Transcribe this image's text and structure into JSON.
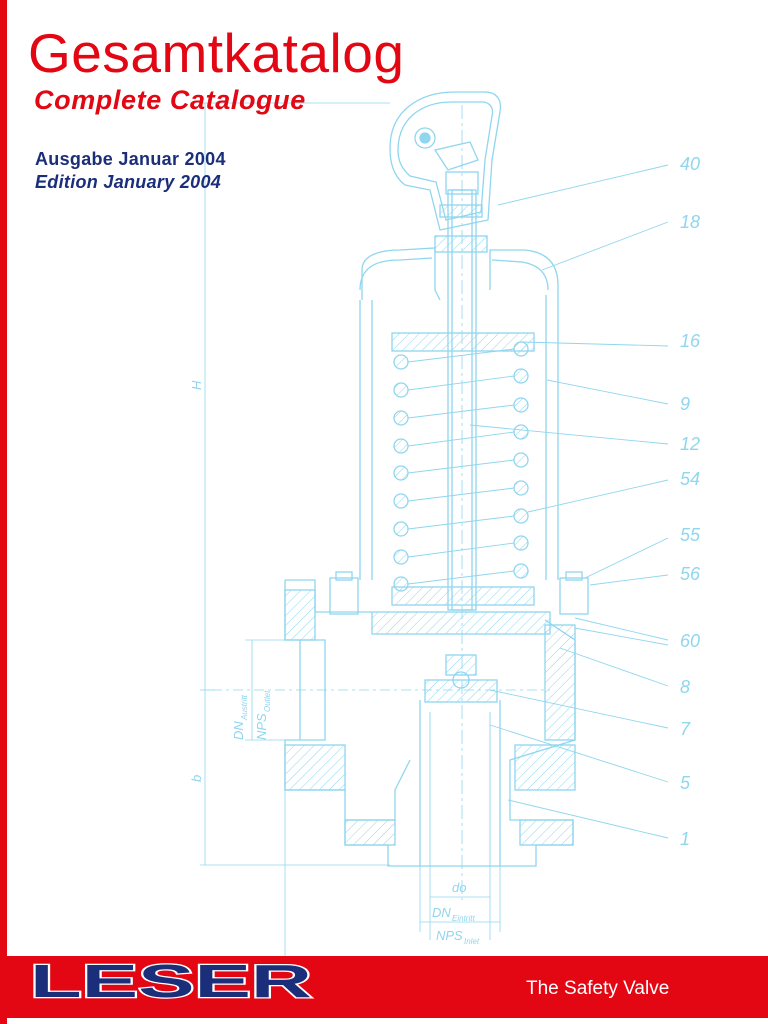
{
  "header": {
    "title": "Gesamtkatalog",
    "subtitle": "Complete Catalogue",
    "edition_de": "Ausgabe Januar 2004",
    "edition_en": "Edition January 2004"
  },
  "drawing": {
    "callouts": [
      "40",
      "18",
      "16",
      "9",
      "12",
      "54",
      "55",
      "56",
      "60",
      "8",
      "7",
      "5",
      "1"
    ],
    "dimension_labels": {
      "height": "H",
      "b": "b",
      "dn_outlet": "DN",
      "dn_outlet_sub": "Austritt",
      "nps_outlet": "NPS",
      "nps_outlet_sub": "Outlet",
      "do": "do",
      "dn_inlet": "DN",
      "dn_inlet_sub": "Eintritt",
      "nps_inlet": "NPS",
      "nps_inlet_sub": "Inlet"
    }
  },
  "footer": {
    "brand": "LESER",
    "tagline": "The Safety Valve"
  },
  "colors": {
    "red": "#e30613",
    "navy": "#1a2e7a",
    "drawing_line": "#8fd6ee",
    "white": "#ffffff"
  }
}
